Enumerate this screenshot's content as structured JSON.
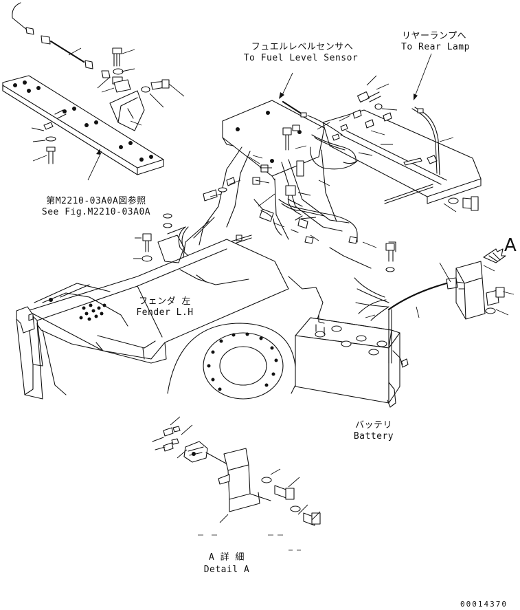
{
  "labels": {
    "fuel_sensor_jp": "フュエルレベルセンサへ",
    "fuel_sensor_en": "To Fuel Level Sensor",
    "rear_lamp_jp": "リヤーランプへ",
    "rear_lamp_en": "To Rear Lamp",
    "see_fig_jp": "第M2210-03A0A図参照",
    "see_fig_en": "See Fig.M2210-03A0A",
    "fender_jp": "フェンダ 左",
    "fender_en": "Fender L.H",
    "battery_jp": "バッテリ",
    "battery_en": "Battery",
    "view_marker": "A",
    "detail_jp": "A 詳 細",
    "detail_en": "Detail A",
    "drawing_number": "00014370"
  }
}
